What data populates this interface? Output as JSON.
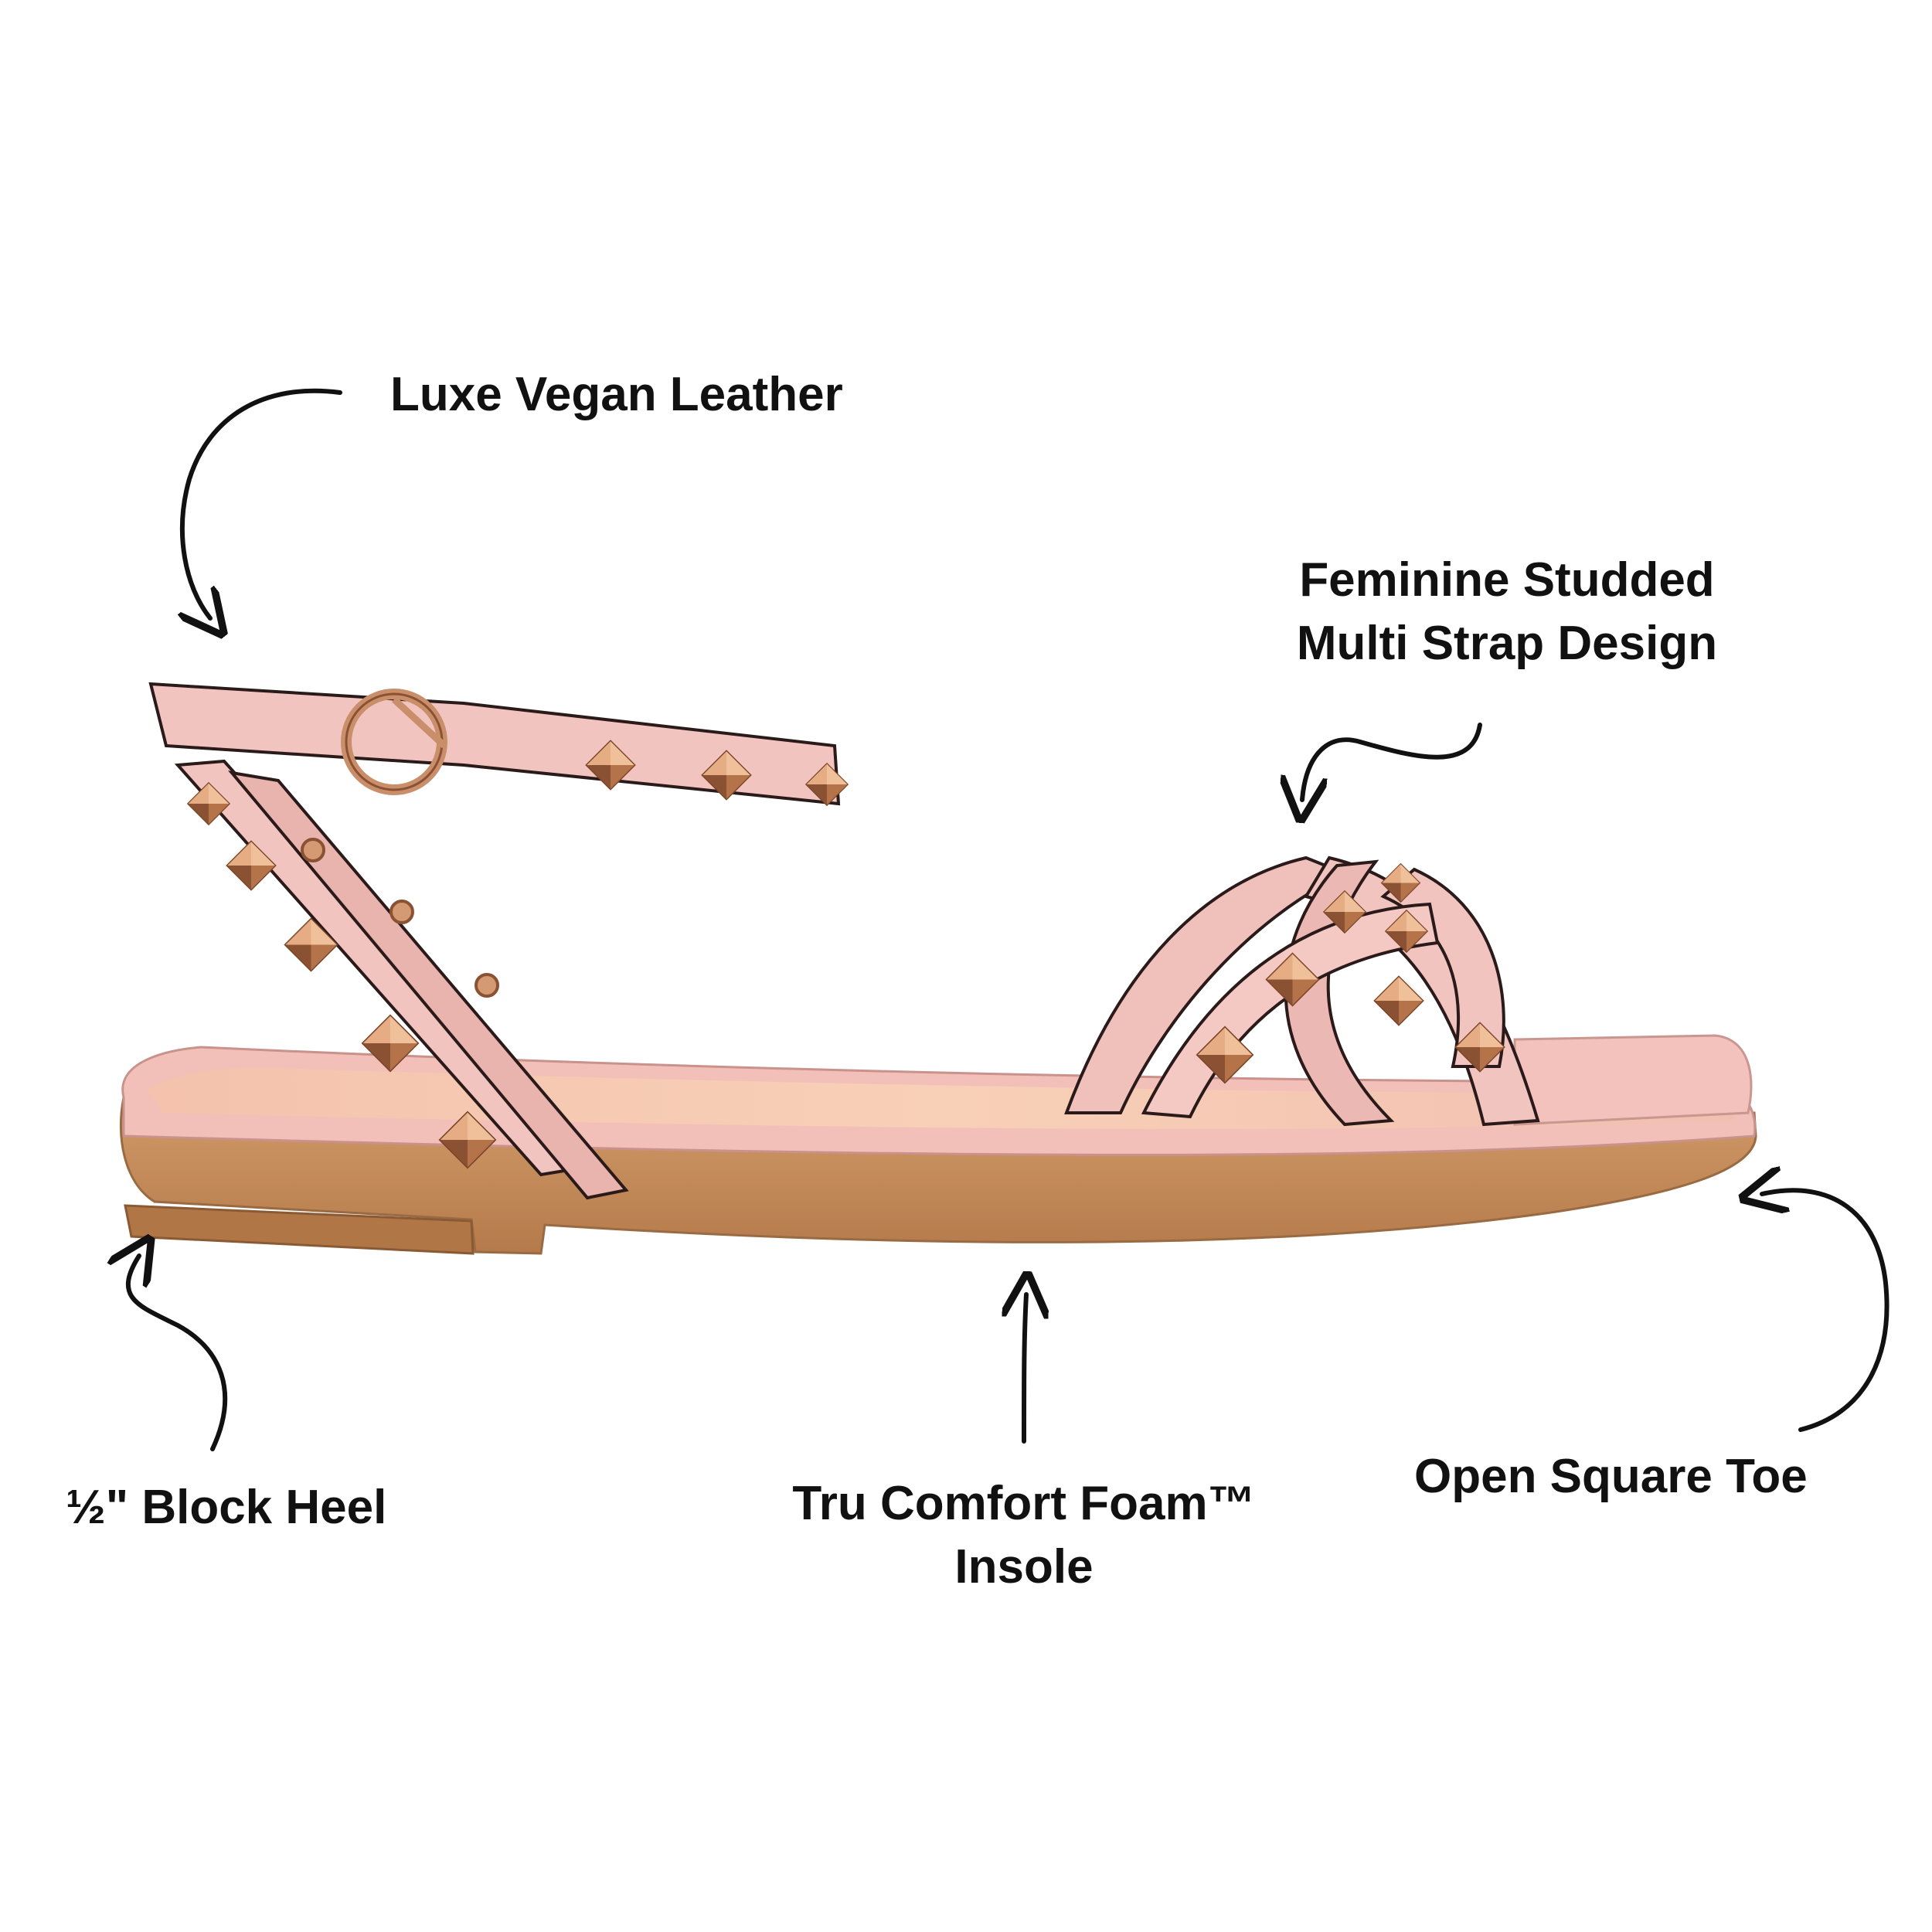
{
  "colors": {
    "background": "#ffffff",
    "text": "#111111",
    "strap_pink": "#f2c4c0",
    "strap_shade": "#e8aea9",
    "insole": "#f6c9b0",
    "sole": "#c78f5e",
    "sole_dark": "#a87448",
    "stud_gold": "#d99a6c",
    "stud_dark": "#8a5233",
    "outline": "#2a1a1a"
  },
  "icons": {
    "arrow": "curved-arrow-icon",
    "stud": "pyramid-stud-icon",
    "buckle": "buckle-icon"
  },
  "callouts": {
    "leather": {
      "text": "Luxe Vegan Leather"
    },
    "straps": {
      "line1": "Feminine Studded",
      "line2": "Multi Strap Design"
    },
    "heel": {
      "text": "½\" Block Heel"
    },
    "insole": {
      "line1": "Tru Comfort Foam™",
      "line2": "Insole"
    },
    "toe": {
      "text": "Open Square Toe"
    }
  }
}
